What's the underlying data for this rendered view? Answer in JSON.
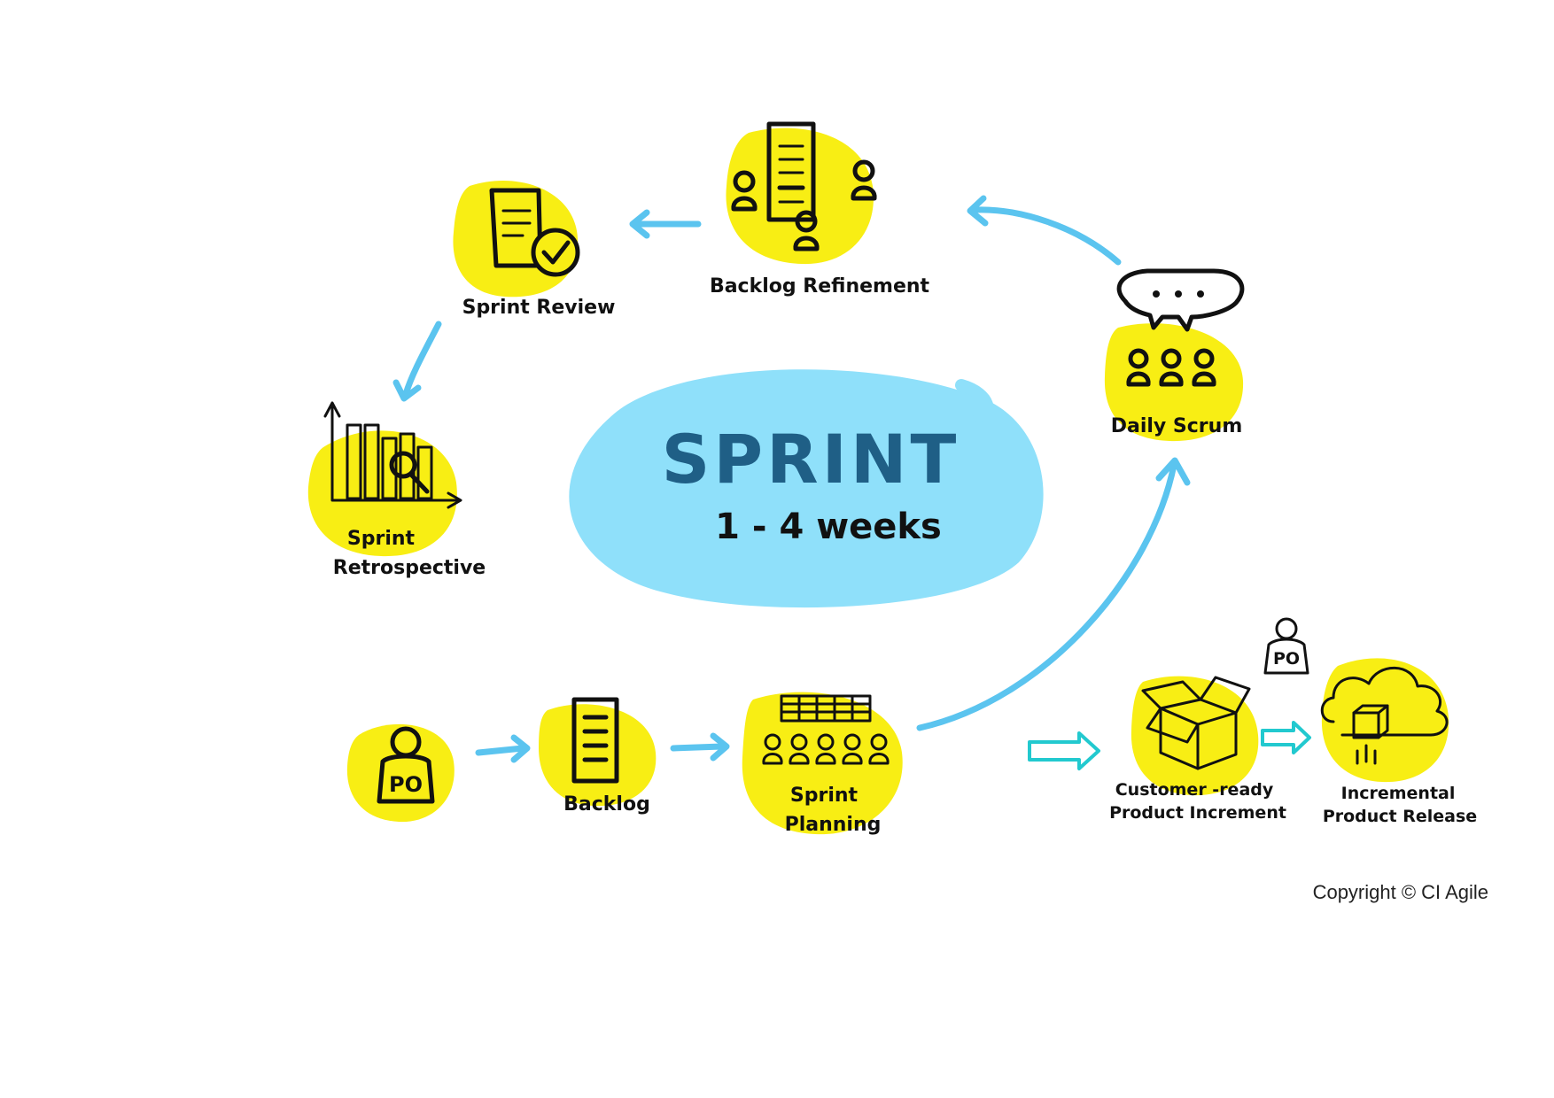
{
  "center": {
    "title": "SPRINT",
    "subtitle": "1 - 4 weeks"
  },
  "nodes": {
    "backlog_refinement": {
      "label": "Backlog Refinement"
    },
    "sprint_review": {
      "label": "Sprint Review"
    },
    "sprint_retrospective": {
      "label_line1": "Sprint",
      "label_line2": "Retrospective"
    },
    "daily_scrum": {
      "label": "Daily Scrum"
    },
    "product_owner": {
      "badge": "PO"
    },
    "backlog": {
      "label": "Backlog"
    },
    "sprint_planning": {
      "label_line1": "Sprint",
      "label_line2": "Planning"
    },
    "product_increment": {
      "label_line1": "Customer -ready",
      "label_line2": "Product Increment"
    },
    "product_owner_release": {
      "badge": "PO"
    },
    "incremental_release": {
      "label_line1": "Incremental",
      "label_line2": "Product Release"
    }
  },
  "footer": {
    "copyright": "Copyright © CI Agile"
  },
  "colors": {
    "highlight": "#f8ee14",
    "sprint_blob": "#8fe0fa",
    "cycle_arrow": "#5bc4ef",
    "release_arrow": "#22c9cf",
    "title_text": "#1f5f86",
    "ink": "#111111"
  }
}
